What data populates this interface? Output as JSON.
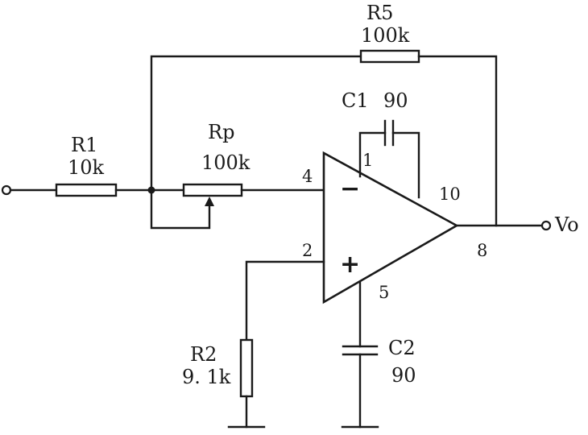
{
  "components": {
    "r1": {
      "name": "R1",
      "value": "10k"
    },
    "rp": {
      "name": "Rp",
      "value": "100k"
    },
    "r5": {
      "name": "R5",
      "value": "100k"
    },
    "c1": {
      "name": "C1",
      "value": "90"
    },
    "r2": {
      "name": "R2",
      "value": "9. 1k"
    },
    "c2": {
      "name": "C2",
      "value": "90"
    }
  },
  "opamp": {
    "inverting_sign": "−",
    "noninverting_sign": "+",
    "pins": {
      "inv": "4",
      "noninv": "2",
      "comp1": "1",
      "comp10": "10",
      "comp5": "5",
      "out": "8"
    }
  },
  "output_label": "Vo"
}
